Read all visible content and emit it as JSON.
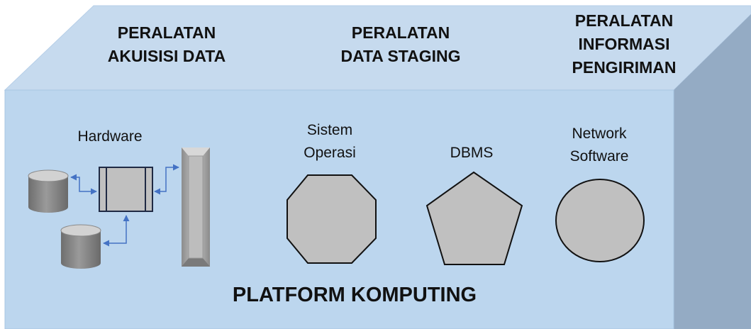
{
  "tools": {
    "acquisition": "PERALATAN\nAKUISISI DATA",
    "staging": "PERALATAN\nDATA STAGING",
    "delivery": "PERALATAN\nINFORMASI\nPENGIRIMAN"
  },
  "components": {
    "hardware": "Hardware",
    "os": "Sistem\nOperasi",
    "dbms": "DBMS",
    "network": "Network\nSoftware"
  },
  "platform": "PLATFORM KOMPUTING",
  "colors": {
    "top_face": "#c6daee",
    "front_face": "#bcd6ee",
    "side_face": "#94abc4",
    "shape_fill": "#c0c0c0",
    "arrow": "#4472c4"
  }
}
